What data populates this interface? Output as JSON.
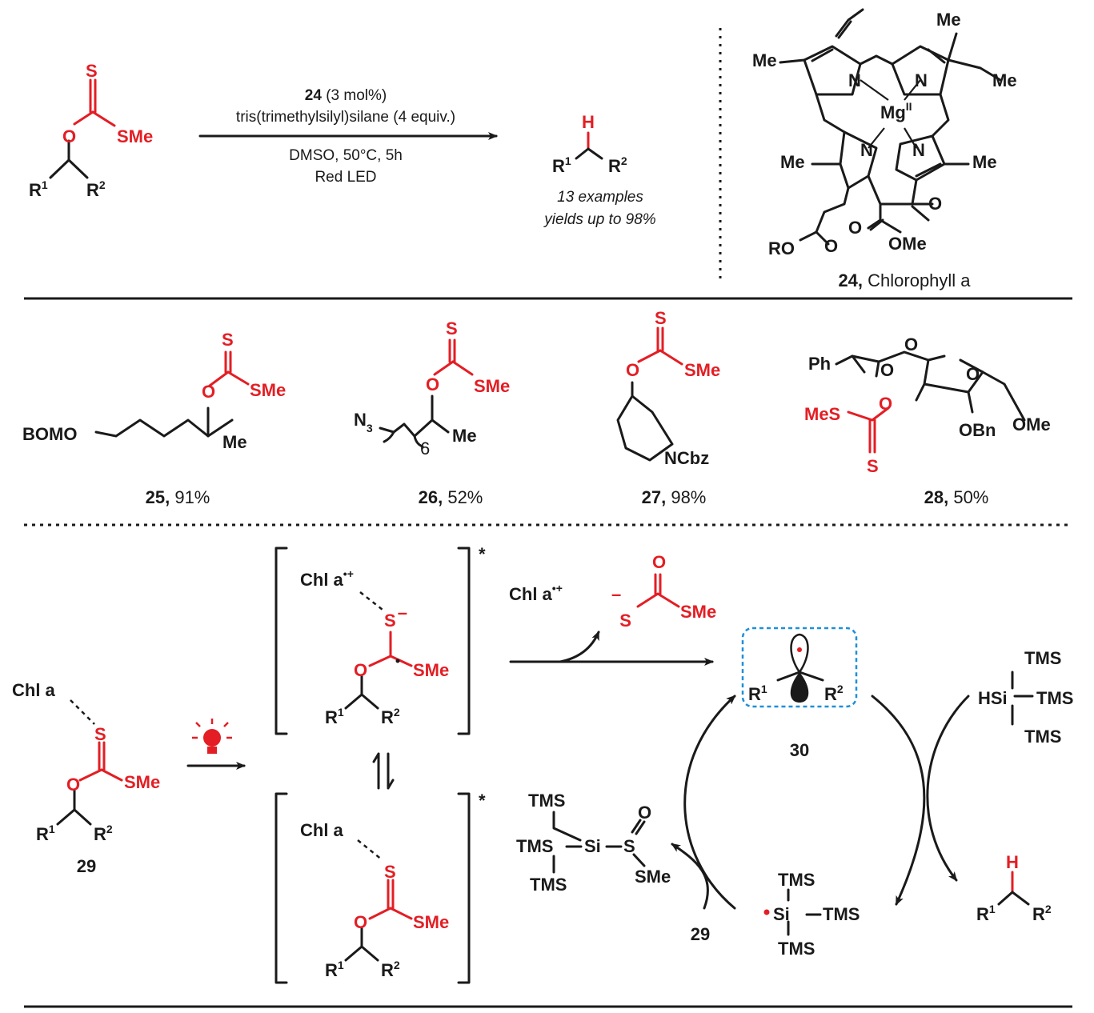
{
  "scheme_top": {
    "conditions": {
      "line1_bold": "24",
      "line1_rest": " (3 mol%)",
      "line2": "tris(trimethylsilyl)silane (4 equiv.)",
      "line3": "DMSO, 50°C, 5h",
      "line4": "Red LED"
    },
    "product_note": [
      "13 examples",
      "yields up to 98%"
    ],
    "catalyst": {
      "number": "24,",
      "name": " Chlorophyll a"
    }
  },
  "examples": [
    {
      "number": "25,",
      "yield": " 91%"
    },
    {
      "number": "26,",
      "yield": " 52%"
    },
    {
      "number": "27,",
      "yield": " 98%"
    },
    {
      "number": "28,",
      "yield": " 50%"
    }
  ],
  "mechanism": {
    "substrate_number": "29",
    "radical_number": "30",
    "reagent_number": "29"
  },
  "atoms": {
    "S": "S",
    "O": "O",
    "SMe": "SMe",
    "R1": "R",
    "R2": "R",
    "one": "1",
    "two": "2",
    "H": "H",
    "Me": "Me",
    "N": "N",
    "Mg": "Mg",
    "II": "II",
    "RO": "RO",
    "OMe": "OMe",
    "BOMO": "BOMO",
    "N3": "N",
    "three": "3",
    "six": "6",
    "NCbz": "NCbz",
    "Ph": "Ph",
    "MeS": "MeS",
    "OBn": "OBn",
    "Chla": "Chl a",
    "dotplus": "•+",
    "minus": "–",
    "TMS": "TMS",
    "HSi": "HSi",
    "Si": "Si",
    "asterisk": "*"
  },
  "colors": {
    "accent_red": "#e31e24",
    "box_blue": "#1e8fd8",
    "ink": "#1a1a1a"
  }
}
